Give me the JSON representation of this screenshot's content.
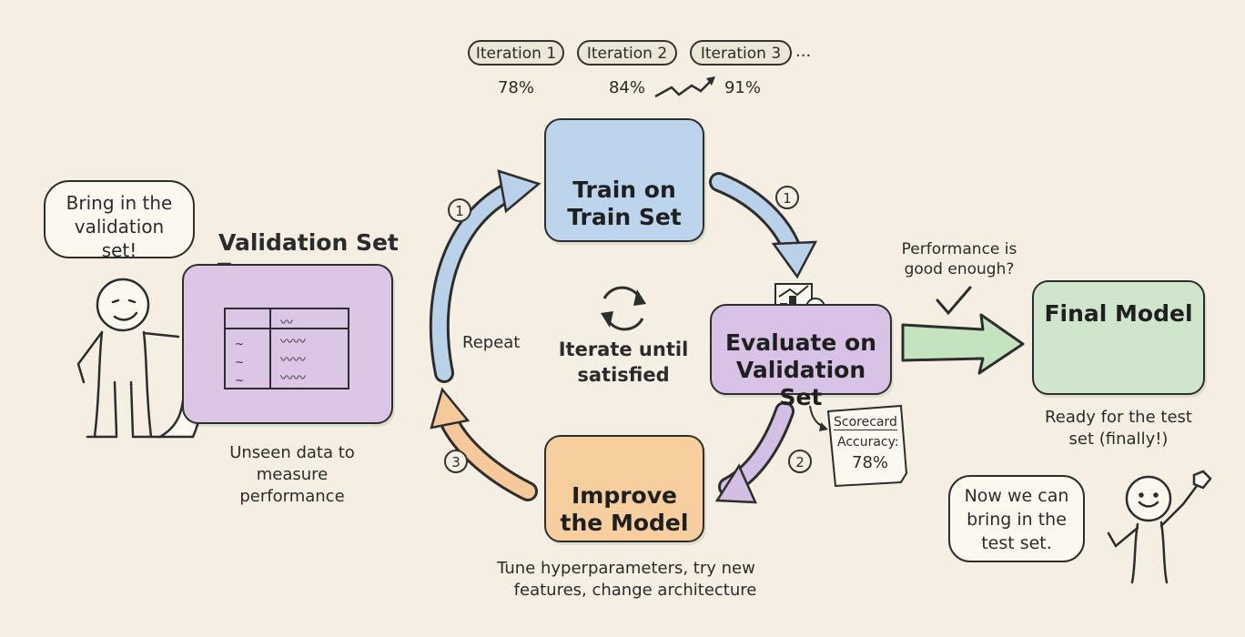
{
  "iterations": [
    {
      "label": "Iteration 1",
      "value": "78%"
    },
    {
      "label": "Iteration 2",
      "value": "84%"
    },
    {
      "label": "Iteration 3",
      "value": "91%"
    }
  ],
  "iterations_more": "...",
  "speech_left": "Bring in the validation set!",
  "validation": {
    "title": "Validation Set",
    "caption": "Unseen data to measure performance"
  },
  "train": {
    "title_line1": "Train on",
    "title_line2": "Train Set"
  },
  "evaluate": {
    "title_line1": "Evaluate on",
    "title_line2": "Validation Set"
  },
  "improve": {
    "title_line1": "Improve",
    "title_line2": "the Model",
    "caption_line1": "Tune hyperparameters, try new",
    "caption_line2": "features, change architecture"
  },
  "final": {
    "title": "Final Model",
    "caption_line1": "Ready for the test",
    "caption_line2": "set (finally!)"
  },
  "center_text": {
    "line1": "Iterate until",
    "line2": "satisfied"
  },
  "repeat": "Repeat",
  "performance_question": {
    "line1": "Performance is",
    "line2": "good enough?"
  },
  "scorecard": {
    "title": "Scorecard",
    "metric": "Accuracy:",
    "value": "78%"
  },
  "steps": {
    "train_to_eval": "1",
    "repeat_to_train": "1",
    "eval_to_improve": "2",
    "improve_to_repeat": "3"
  },
  "speech_right": {
    "line1": "Now we can",
    "line2": "bring in the",
    "line3": "test set."
  },
  "colors": {
    "background": "#f4efe2",
    "validation": "#dcc6e6",
    "train": "#bcd5ec",
    "evaluate": "#d8c3e6",
    "improve": "#f7cf9e",
    "final": "#cfe6cc",
    "arrow_blue": "#b9d2ea",
    "arrow_purple": "#d3bfe4",
    "arrow_orange": "#f5c99a",
    "arrow_green": "#c4e3c0"
  }
}
